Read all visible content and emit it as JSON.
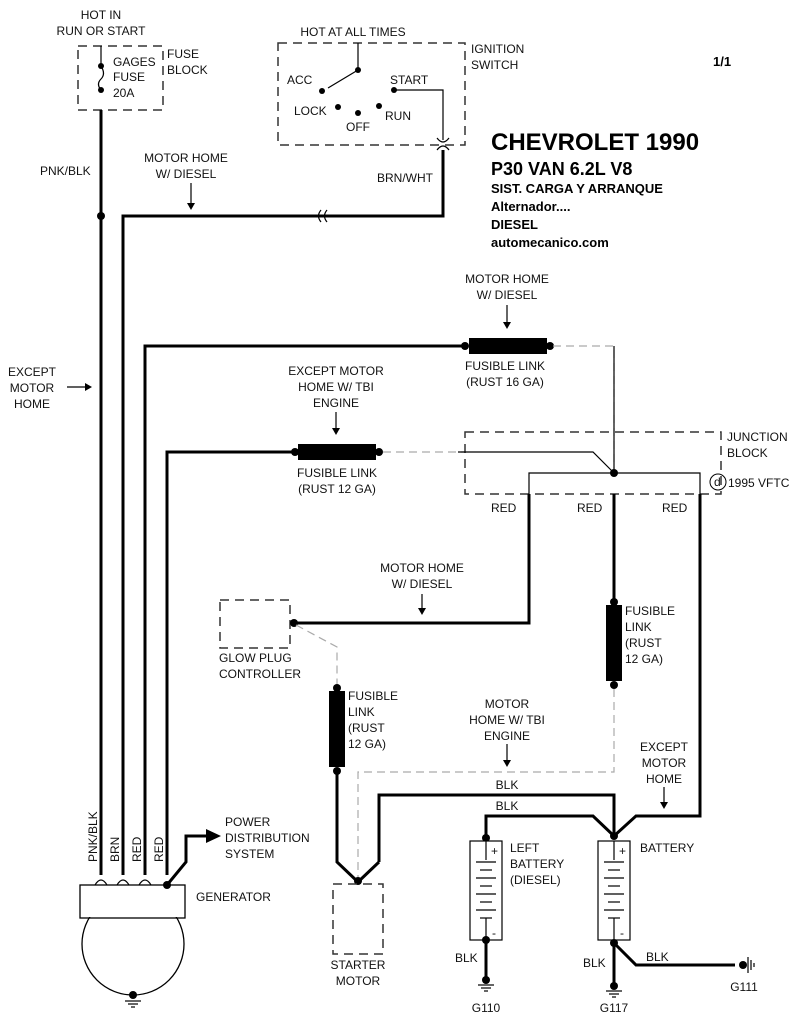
{
  "page_number": "1/1",
  "title": {
    "make_year": "CHEVROLET 1990",
    "model": "P30 VAN  6.2L  V8",
    "system": "SIST. CARGA Y ARRANQUE",
    "component": "Alternador....",
    "fuel": "DIESEL",
    "website": "automecanico.com"
  },
  "fuse_block": {
    "feed_label_1": "HOT IN",
    "feed_label_2": "RUN OR START",
    "name_1": "FUSE",
    "name_2": "BLOCK",
    "fuse_1": "GAGES",
    "fuse_2": "FUSE",
    "fuse_3": "20A"
  },
  "ignition_switch": {
    "feed_label": "HOT AT ALL TIMES",
    "name_1": "IGNITION",
    "name_2": "SWITCH",
    "positions": [
      "ACC",
      "LOCK",
      "OFF",
      "RUN",
      "START"
    ]
  },
  "wires": {
    "pnk_blk": "PNK/BLK",
    "brn_wht": "BRN/WHT",
    "red": "RED",
    "blk": "BLK",
    "brn": "BRN"
  },
  "annotations": {
    "motor_home_diesel_1": "MOTOR HOME",
    "motor_home_diesel_2": "W/ DIESEL",
    "except_motor_home_1": "EXCEPT",
    "except_motor_home_2": "MOTOR",
    "except_motor_home_3": "HOME",
    "except_mh_tbi_1": "EXCEPT MOTOR",
    "except_mh_tbi_2": "HOME W/ TBI",
    "except_mh_tbi_3": "ENGINE",
    "mh_tbi_1": "MOTOR",
    "mh_tbi_2": "HOME W/ TBI",
    "mh_tbi_3": "ENGINE"
  },
  "fusible_links": {
    "link_16_1": "FUSIBLE LINK",
    "link_16_2": "(RUST 16 GA)",
    "link_12_1": "FUSIBLE LINK",
    "link_12_2": "(RUST 12 GA)",
    "v_1": "FUSIBLE",
    "v_2": "LINK",
    "v_3": "(RUST",
    "v_4": "12 GA)"
  },
  "junction_block": {
    "name_1": "JUNCTION",
    "name_2": "BLOCK",
    "copyright_symbol": "d",
    "copyright": "1995 VFTC"
  },
  "components": {
    "glow_plug_1": "GLOW PLUG",
    "glow_plug_2": "CONTROLLER",
    "power_dist_1": "POWER",
    "power_dist_2": "DISTRIBUTION",
    "power_dist_3": "SYSTEM",
    "generator": "GENERATOR",
    "starter_1": "STARTER",
    "starter_2": "MOTOR",
    "left_battery_1": "LEFT",
    "left_battery_2": "BATTERY",
    "left_battery_3": "(DIESEL)",
    "battery": "BATTERY",
    "plus": "+",
    "minus": "-"
  },
  "grounds": [
    "G110",
    "G117",
    "G111"
  ]
}
